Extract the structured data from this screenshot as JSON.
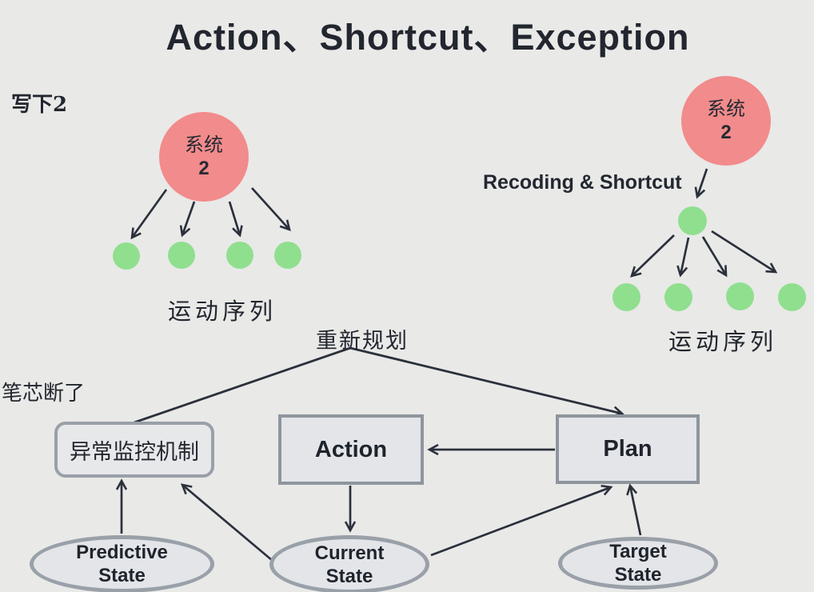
{
  "title": "Action、Shortcut、Exception",
  "colors": {
    "background": "#e9e9e8",
    "system2_pink": "#f28b8b",
    "motor_green": "#8fdf8f",
    "line_dark": "#2b313b",
    "shape_border_gray": "#99a0a8",
    "shape_fill_gray": "#e3e5e9"
  },
  "left_tree": {
    "annotation": "写下2",
    "node_line1": "系统",
    "node_line2": "2",
    "caption": "运动序列"
  },
  "right_tree": {
    "annotation": "Recoding & Shortcut",
    "node_line1": "系统",
    "node_line2": "2",
    "caption": "运动序列"
  },
  "flow": {
    "replan_label": "重新规划",
    "exception_annotation": "笔芯断了",
    "monitor_label": "异常监控机制",
    "action_label": "Action",
    "plan_label": "Plan",
    "predictive": {
      "line1": "Predictive",
      "line2": "State"
    },
    "current": {
      "line1": "Current",
      "line2": "State"
    },
    "target": {
      "line1": "Target",
      "line2": "State"
    }
  }
}
